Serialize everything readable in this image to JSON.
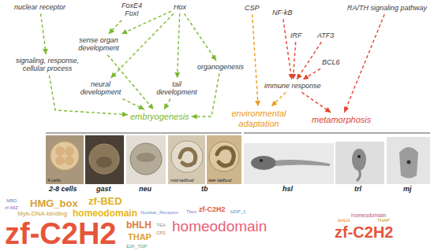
{
  "diagram": {
    "nodes": [
      {
        "text": [
          "nuclear receptor"
        ]
      },
      {
        "text": [
          "FoxE4 FoxI"
        ]
      },
      {
        "text": [
          "Hox"
        ]
      },
      {
        "text": [
          "signaling, response, cellular process"
        ]
      },
      {
        "text": [
          "sense organ development"
        ]
      },
      {
        "text": [
          "neural development"
        ]
      },
      {
        "text": [
          "tail development"
        ]
      },
      {
        "text": [
          "organogenesis"
        ]
      },
      {
        "text": [
          "embryogenesis"
        ]
      },
      {
        "text": [
          "CSP"
        ]
      },
      {
        "text": [
          "NF-kB"
        ]
      },
      {
        "text": [
          "IRF"
        ]
      },
      {
        "text": [
          "ATF3"
        ]
      },
      {
        "text": [
          "BCL6"
        ]
      },
      {
        "text": [
          "RA/TH signaling pathway"
        ]
      },
      {
        "text": [
          "immune response"
        ]
      },
      {
        "text": [
          "environmental adaptation"
        ]
      },
      {
        "text": [
          "metamorphosis"
        ]
      }
    ],
    "edges": [
      {
        "from": 0,
        "to": 3,
        "arrow": "to"
      },
      {
        "from": 3,
        "to": 8,
        "arrow": "to"
      },
      {
        "from": 1,
        "to": 4,
        "arrow": "to"
      },
      {
        "from": 2,
        "to": 4,
        "arrow": "to"
      },
      {
        "from": 2,
        "to": 5,
        "arrow": "to"
      },
      {
        "from": 2,
        "to": 6,
        "arrow": "to"
      },
      {
        "from": 2,
        "to": 7,
        "arrow": "to"
      },
      {
        "from": 4,
        "to": 8,
        "arrow": "to"
      },
      {
        "from": 5,
        "to": 8,
        "arrow": "to"
      },
      {
        "from": 6,
        "to": 8,
        "arrow": "to"
      },
      {
        "from": 7,
        "to": 8,
        "arrow": "to"
      },
      {
        "from": 9,
        "to": 16,
        "arrow": "to"
      },
      {
        "from": 10,
        "to": 15,
        "arrow": "to"
      },
      {
        "from": 11,
        "to": 15,
        "arrow": "to"
      },
      {
        "from": 12,
        "to": 15,
        "arrow": "to"
      },
      {
        "from": 13,
        "to": 15,
        "arrow": "to"
      },
      {
        "from": 15,
        "to": 16,
        "arrow": "to"
      },
      {
        "from": 15,
        "to": 17,
        "arrow": "to"
      },
      {
        "from": 14,
        "to": 17,
        "arrow": "to"
      }
    ],
    "labels": [
      "4 cells",
      "2-8 cells",
      "gast",
      "neu",
      "mid-tailbud",
      "late tailbud",
      "tb",
      "hsl",
      "trl",
      "mj",
      "zf-C2H2",
      "HMG_box",
      "zf-BED",
      "homeodomain",
      "Myb-DNA-binding",
      "bHLH",
      "THAP",
      "MBD",
      "zf-MIZ",
      "E2F_TDP",
      "Nuclear_Receptor",
      "TEA",
      "CP2",
      "zf-C2H2",
      "Tbox",
      "bZIP_1",
      "homeodomain",
      "homeodomain",
      "bHLH",
      "THAP",
      "zf-C2H2"
    ]
  }
}
